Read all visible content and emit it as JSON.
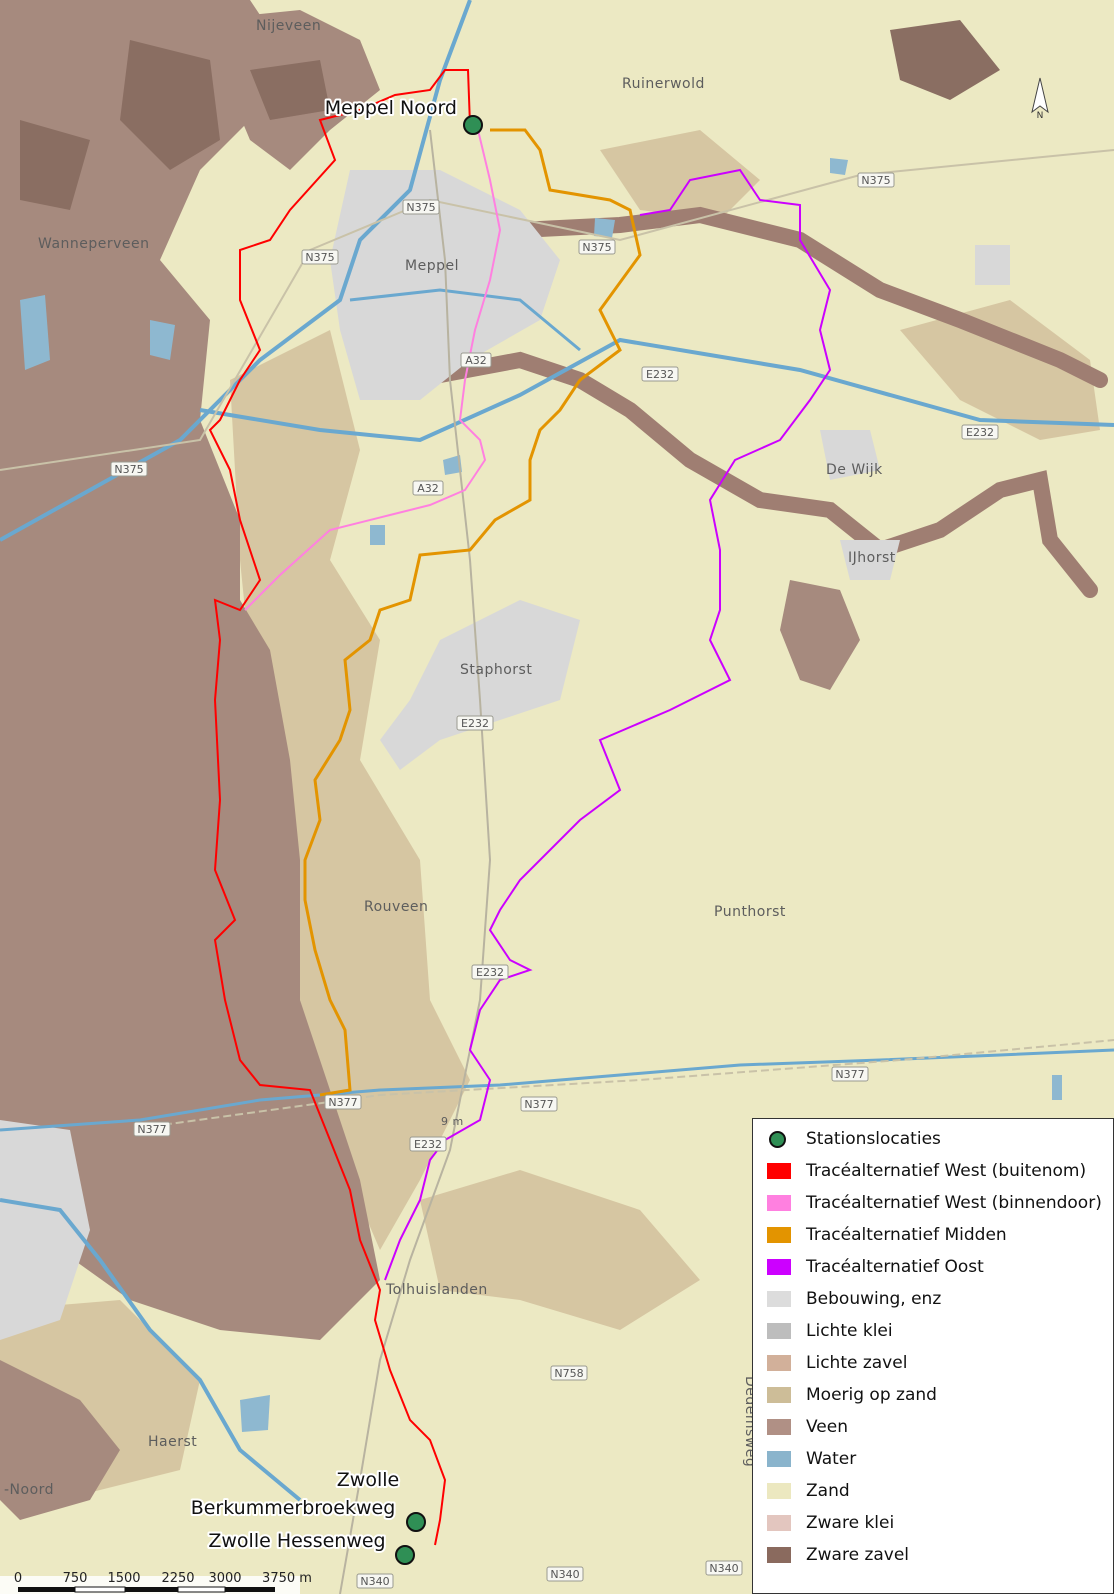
{
  "map": {
    "north_label": "N",
    "places": [
      {
        "key": "nijeveen",
        "label": "Nijeveen"
      },
      {
        "key": "ruinerwold",
        "label": "Ruinerwold"
      },
      {
        "key": "wanneperveen",
        "label": "Wanneperveen"
      },
      {
        "key": "meppel",
        "label": "Meppel"
      },
      {
        "key": "de_wijk",
        "label": "De Wijk"
      },
      {
        "key": "ijhorst",
        "label": "IJhorst"
      },
      {
        "key": "staphorst",
        "label": "Staphorst"
      },
      {
        "key": "rouveen",
        "label": "Rouveen"
      },
      {
        "key": "punthorst",
        "label": "Punthorst"
      },
      {
        "key": "tolhuislanden",
        "label": "Tolhuislanden"
      },
      {
        "key": "haerst",
        "label": "Haerst"
      },
      {
        "key": "noord",
        "label": "-Noord"
      },
      {
        "key": "dedemsweg",
        "label": "Dedemsweg"
      },
      {
        "key": "spot_height",
        "label": "9 m"
      }
    ],
    "road_labels": [
      {
        "key": "n375_a",
        "label": "N375"
      },
      {
        "key": "n375_b",
        "label": "N375"
      },
      {
        "key": "n375_c",
        "label": "N375"
      },
      {
        "key": "n375_d",
        "label": "N375"
      },
      {
        "key": "n375_e",
        "label": "N375"
      },
      {
        "key": "a32_a",
        "label": "A32"
      },
      {
        "key": "a32_b",
        "label": "A32"
      },
      {
        "key": "e232_a",
        "label": "E232"
      },
      {
        "key": "e232_b",
        "label": "E232"
      },
      {
        "key": "e232_c",
        "label": "E232"
      },
      {
        "key": "e232_d",
        "label": "E232"
      },
      {
        "key": "e232_e",
        "label": "E232"
      },
      {
        "key": "n377_a",
        "label": "N377"
      },
      {
        "key": "n377_b",
        "label": "N377"
      },
      {
        "key": "n377_c",
        "label": "N377"
      },
      {
        "key": "n377_d",
        "label": "N377"
      },
      {
        "key": "n758",
        "label": "N758"
      },
      {
        "key": "n340_a",
        "label": "N340"
      },
      {
        "key": "n340_b",
        "label": "N340"
      },
      {
        "key": "n340_c",
        "label": "N340"
      }
    ],
    "stations": [
      {
        "key": "meppel_noord",
        "label_lines": [
          "Meppel Noord"
        ]
      },
      {
        "key": "zwolle_berkummerbroekweg",
        "label_lines": [
          "Zwolle",
          "Berkummerbroekweg"
        ]
      },
      {
        "key": "zwolle_hessenweg",
        "label_lines": [
          "Zwolle Hessenweg"
        ]
      }
    ],
    "scale_bar": {
      "ticks": [
        "0",
        "750",
        "1500",
        "2250",
        "3000",
        "3750 m"
      ]
    },
    "colors": {
      "zand": "#ece9c3",
      "veen": "#a88b7f",
      "zware_zavel": "#8c7065",
      "moerig_op_zand": "#d3c3a0",
      "bebouwing": "#d9d9d9",
      "water": "#8eb8d0",
      "lichte_zavel": "#cfb29f",
      "route_west_buitenom": "#ff0000",
      "route_west_binnendoor": "#ff80e0",
      "route_midden": "#e39400",
      "route_oost": "#cc00ff",
      "station_fill": "#2f8f55"
    }
  },
  "legend": {
    "items": [
      {
        "label": "Stationslocaties",
        "swatch": "dot",
        "color": "#2f8f55"
      },
      {
        "label": "Tracéalternatief West (buitenom)",
        "swatch": "box",
        "color": "#ff0000"
      },
      {
        "label": "Tracéalternatief West (binnendoor)",
        "swatch": "box",
        "color": "#ff80e0"
      },
      {
        "label": "Tracéalternatief Midden",
        "swatch": "box",
        "color": "#e39400"
      },
      {
        "label": "Tracéalternatief Oost",
        "swatch": "box",
        "color": "#cc00ff"
      },
      {
        "label": "Bebouwing, enz",
        "swatch": "box",
        "color": "#dcdcdc"
      },
      {
        "label": "Lichte klei",
        "swatch": "box",
        "color": "#bdbdbd"
      },
      {
        "label": "Lichte zavel",
        "swatch": "box",
        "color": "#d2b09a"
      },
      {
        "label": "Moerig op zand",
        "swatch": "box",
        "color": "#cdbd98"
      },
      {
        "label": "Veen",
        "swatch": "box",
        "color": "#b09085"
      },
      {
        "label": "Water",
        "swatch": "box",
        "color": "#8ab4cc"
      },
      {
        "label": "Zand",
        "swatch": "box",
        "color": "#ece8c0"
      },
      {
        "label": "Zware klei",
        "swatch": "box",
        "color": "#e3c6bf"
      },
      {
        "label": "Zware zavel",
        "swatch": "box",
        "color": "#8a6a5e"
      }
    ]
  }
}
